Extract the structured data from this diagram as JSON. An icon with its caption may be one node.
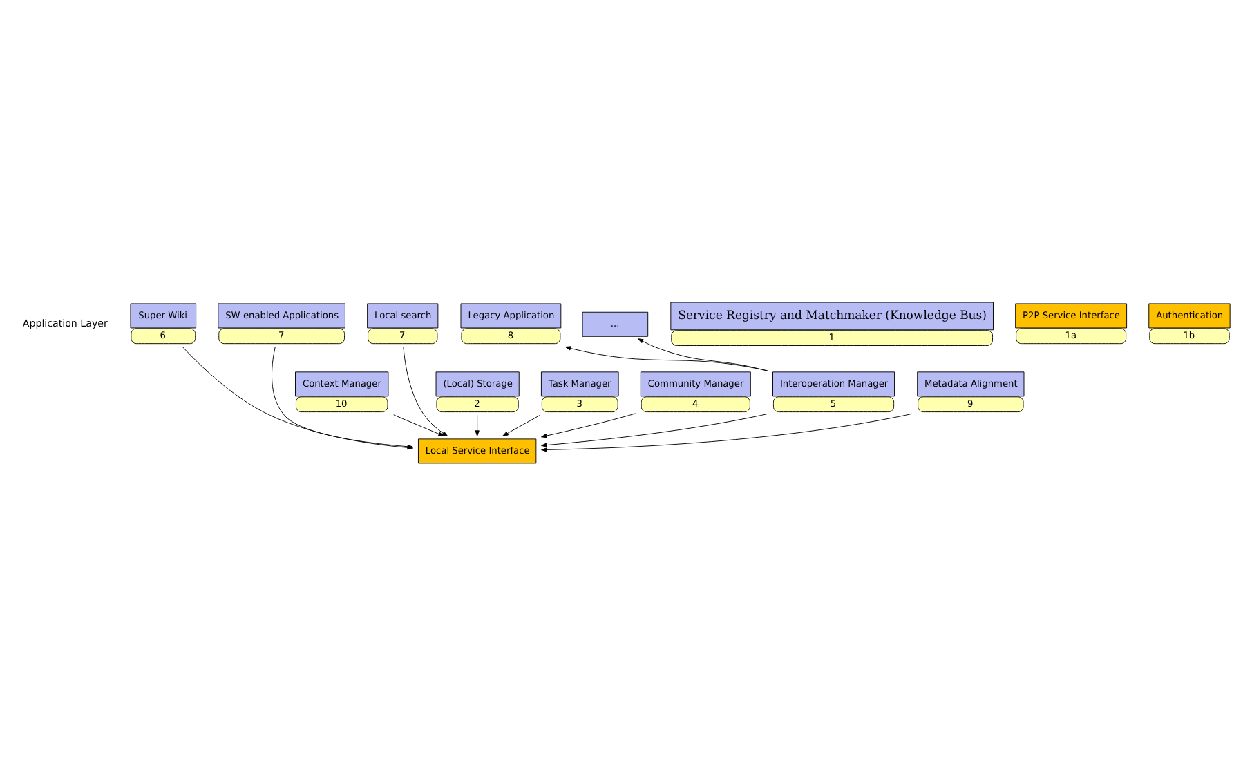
{
  "diagram": {
    "nodes": [
      {
        "text": [
          "Super Wiki"
        ],
        "beside": [
          "6"
        ]
      },
      {
        "text": [
          "SW enabled Applications"
        ],
        "beside": [
          "7"
        ]
      },
      {
        "text": [
          "Local search"
        ],
        "beside": [
          "7"
        ]
      },
      {
        "text": [
          "Legacy Application"
        ],
        "beside": [
          "8"
        ]
      },
      {
        "text": [
          "..."
        ]
      },
      {
        "text": [
          "Context Manager"
        ],
        "beside": [
          "10"
        ]
      },
      {
        "text": [
          "(Local) Storage"
        ],
        "beside": [
          "2"
        ]
      },
      {
        "text": [
          "Task Manager"
        ],
        "beside": [
          "3"
        ]
      },
      {
        "text": [
          "Community Manager"
        ],
        "beside": [
          "4"
        ]
      },
      {
        "text": [
          "Interoperation Manager"
        ],
        "beside": [
          "5"
        ]
      },
      {
        "text": [
          "Metadata Alignment"
        ],
        "beside": [
          "9"
        ]
      },
      {
        "text": [
          "Local Service Interface"
        ]
      },
      {
        "text": [
          "Service Registry and Matchmaker (Knowledge Bus)"
        ],
        "beside": [
          "1"
        ]
      },
      {
        "text": [
          "P2P Service Interface"
        ],
        "beside": [
          "1a"
        ]
      },
      {
        "text": [
          "Authentication"
        ],
        "beside": [
          "1b"
        ]
      }
    ],
    "edges": [
      {
        "from": 0,
        "to": 11,
        "arrow": "to"
      },
      {
        "from": 1,
        "to": 11,
        "arrow": "to"
      },
      {
        "from": 2,
        "to": 11,
        "arrow": "to"
      },
      {
        "from": 5,
        "to": 11,
        "arrow": "to"
      },
      {
        "from": 6,
        "to": 11,
        "arrow": "to"
      },
      {
        "from": 7,
        "to": 11,
        "arrow": "to"
      },
      {
        "from": 8,
        "to": 11,
        "arrow": "to"
      },
      {
        "from": 9,
        "to": 11,
        "arrow": "to"
      },
      {
        "from": 10,
        "to": 11,
        "arrow": "to"
      },
      {
        "from": 9,
        "to": 3,
        "arrow": "to"
      },
      {
        "from": 9,
        "to": 4,
        "arrow": "to"
      }
    ],
    "labels": [
      "Application Layer"
    ]
  }
}
